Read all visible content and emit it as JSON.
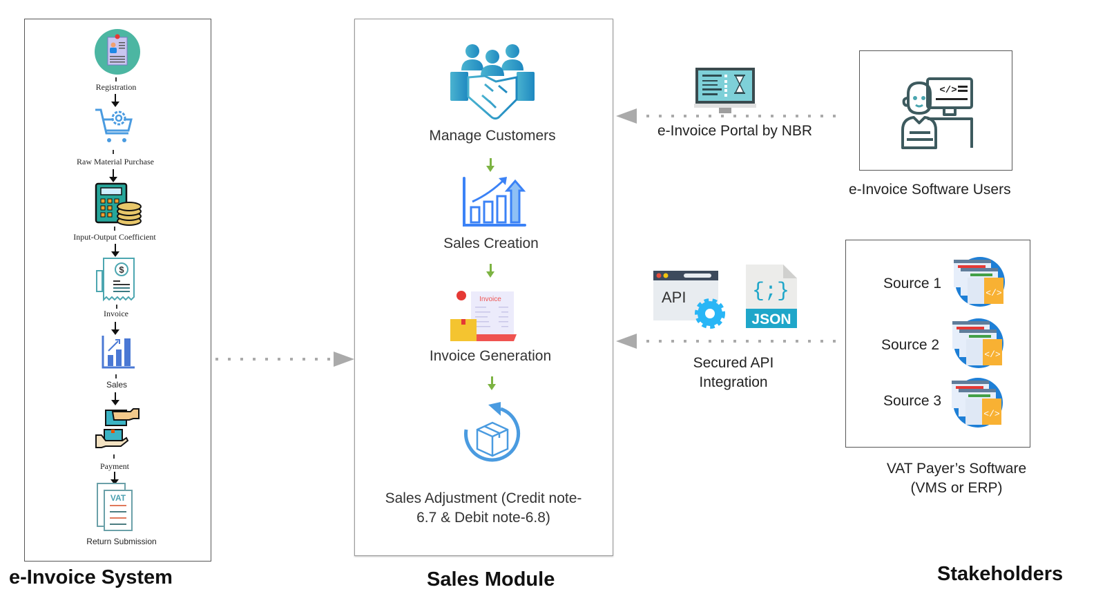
{
  "sections": {
    "left_title": "e-Invoice System",
    "middle_title": "Sales Module",
    "right_title": "Stakeholders"
  },
  "einvoice_system": {
    "steps": [
      {
        "label": "Registration",
        "icon": "registration-id-card-icon"
      },
      {
        "label": "Raw Material Purchase",
        "icon": "shopping-cart-gear-icon"
      },
      {
        "label": "Input-Output Coefficient",
        "icon": "calculator-coins-icon"
      },
      {
        "label": "Invoice",
        "icon": "receipt-dollar-icon"
      },
      {
        "label": "Sales",
        "icon": "bar-chart-growth-icon"
      },
      {
        "label": "Payment",
        "icon": "hands-exchange-icon"
      },
      {
        "label": "Return Submission",
        "icon": "vat-document-icon"
      }
    ]
  },
  "sales_module": {
    "steps": [
      {
        "label": "Manage Customers",
        "icon": "customers-handshake-icon"
      },
      {
        "label": "Sales Creation",
        "icon": "sales-growth-chart-icon"
      },
      {
        "label": "Invoice Generation",
        "icon": "invoice-package-icon"
      },
      {
        "label": "Sales  Adjustment (Credit note-6.7 & Debit note-6.8)",
        "icon": "box-return-icon"
      }
    ]
  },
  "stakeholders": {
    "portal": {
      "label": "e-Invoice Portal by NBR",
      "icon": "monitor-checklist-icon"
    },
    "software_users": {
      "label": "e-Invoice Software Users",
      "icon": "developer-desk-icon"
    },
    "api": {
      "label_line1": "Secured API",
      "label_line2": "Integration",
      "api_text": "API",
      "json_text": "JSON",
      "json_glyph": "{;}"
    },
    "vat_payer": {
      "sources": [
        "Source 1",
        "Source 2",
        "Source 3"
      ],
      "label_line1": "VAT Payer’s Software",
      "label_line2": "(VMS or ERP)"
    }
  },
  "icon_text": {
    "invoice_word": "Invoice",
    "vat": "VAT",
    "code": "</>"
  },
  "colors": {
    "flow_arrow_gray": "#aaaaaa",
    "step_arrow_green": "#7cb342",
    "teal": "#2a9bb7",
    "blue": "#3b82f6",
    "dark_teal": "#3d5a5e"
  }
}
